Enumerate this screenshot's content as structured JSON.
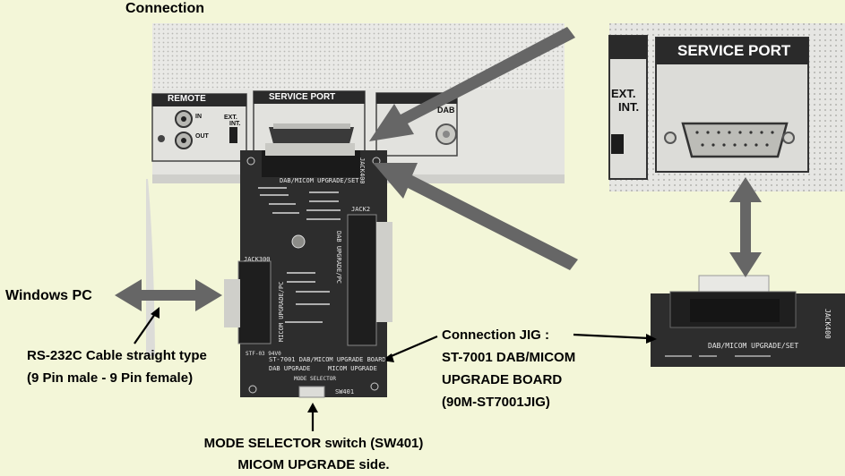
{
  "heading": "Connection",
  "labels": {
    "windows_pc": "Windows PC",
    "cable_line1": "RS-232C Cable straight type",
    "cable_line2": "(9 Pin male - 9 Pin female)",
    "jig_lines": [
      "Connection JIG :",
      "ST-7001 DAB/MICOM",
      "UPGRADE BOARD",
      "(90M-ST7001JIG)"
    ],
    "mode_line1": "MODE SELECTOR switch (SW401)",
    "mode_line2": "MICOM UPGRADE side."
  },
  "panel_labels": {
    "remote": "REMOTE",
    "service_port": "SERVICE PORT",
    "in": "IN",
    "out": "OUT",
    "ext": "EXT.",
    "int": "INT.",
    "dab": "DAB"
  },
  "zoom_labels": {
    "service_port": "SERVICE PORT",
    "ext": "EXT.",
    "int": "INT."
  },
  "board_labels": {
    "top_title": "DAB/MICOM UPGRADE/SET",
    "jack400": "JACK400",
    "jack300": "JACK300",
    "jack200": "JACK2",
    "dab_upgrade_pc": "DAB UPGRADE/PC",
    "micom_upgrade_pc": "MICOM UPGRADE/PC",
    "board_name": "ST-7001 DAB/MICOM UPGRADE BOARD",
    "dab_upgrade": "DAB UPGRADE",
    "micom_upgrade": "MICOM UPGRADE",
    "mode_selector": "MODE SELECTOR",
    "sw401": "SW401",
    "stf": "STF-03 94V0"
  },
  "inset_labels": {
    "top_title": "DAB/MICOM UPGRADE/SET",
    "jack400": "JACK400"
  },
  "colors": {
    "background": "#f3f6d8",
    "arrow_gray": "#666666",
    "pcb": "#2d2d2d"
  }
}
